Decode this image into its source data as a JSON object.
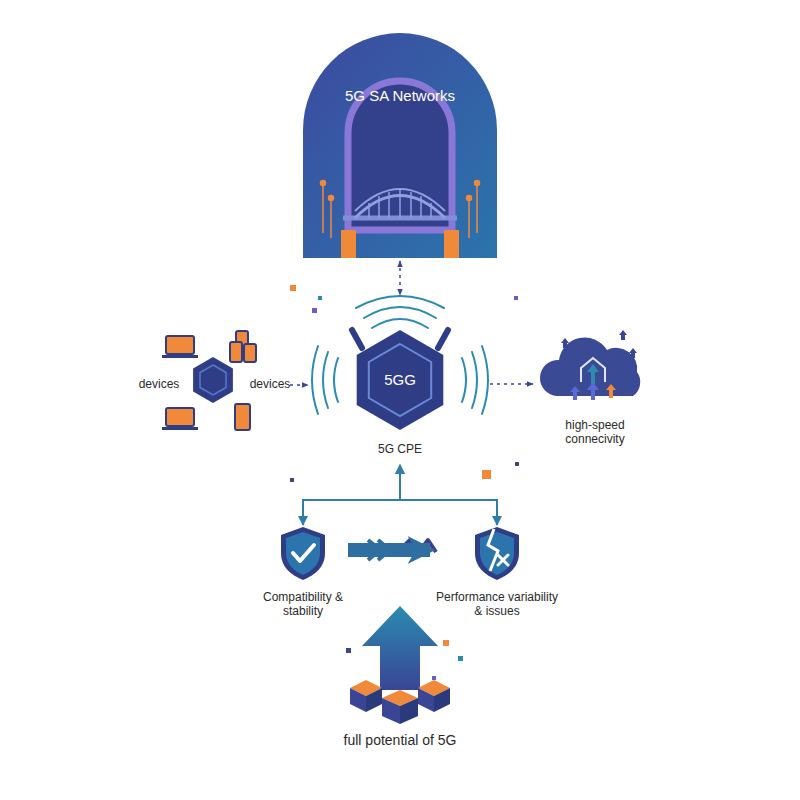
{
  "diagram": {
    "nodes": [
      {
        "text": [
          "5G SA Networks"
        ]
      },
      {
        "text": [
          "devices",
          "devices"
        ]
      },
      {
        "text": [
          "5GG",
          "5G CPE"
        ]
      },
      {
        "text": [
          "high-speed connecivity"
        ]
      },
      {
        "text": [
          "Compatibility & stability"
        ]
      },
      {
        "text": [
          "Performance variability & issues"
        ]
      },
      {
        "text": [
          "full potential of 5G"
        ]
      }
    ],
    "edges": [
      {
        "from": 0,
        "to": 2,
        "arrow": "both"
      },
      {
        "from": 1,
        "to": 2,
        "arrow": "to"
      },
      {
        "from": 2,
        "to": 3,
        "arrow": "to"
      },
      {
        "from": 2,
        "to": 4,
        "arrow": "both"
      },
      {
        "from": 2,
        "to": 5,
        "arrow": "both"
      },
      {
        "from": 4,
        "to": 5,
        "arrow": "to"
      }
    ]
  }
}
